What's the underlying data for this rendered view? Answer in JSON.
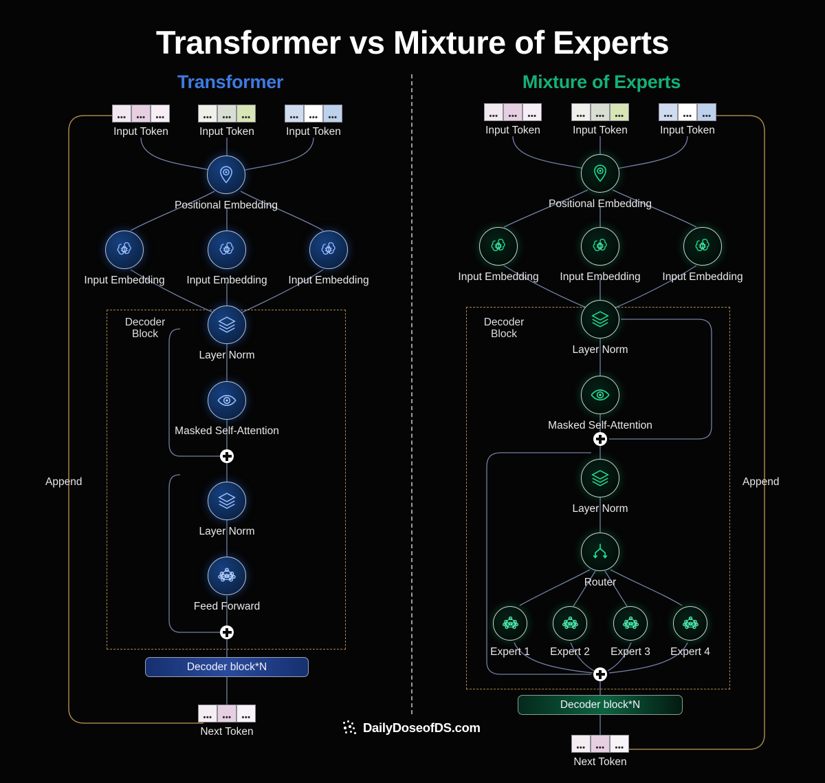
{
  "page": {
    "title": "Transformer vs Mixture of Experts",
    "background": "#050505"
  },
  "colors": {
    "transformer_accent": "#3d7be0",
    "moe_accent": "#15b077",
    "append_wire": "#b08a4e",
    "decoder_frame": "#b08a4e",
    "node_label": "#e9e9ec"
  },
  "columns": {
    "left": {
      "title": "Transformer",
      "accent": "#3d7be0",
      "input_tokens": [
        {
          "label": "Input Token",
          "cells": [
            "#f2e9f0",
            "#e7cfe2",
            "#f6eef5"
          ],
          "dots": "•••"
        },
        {
          "label": "Input Token",
          "cells": [
            "#f0f0ea",
            "#d9ded2",
            "#d7e6b4",
            "#ffffff"
          ],
          "dots": "•••"
        },
        {
          "label": "Input Token",
          "cells": [
            "#cfdcf0",
            "#ffffff",
            "#bdd1ec"
          ],
          "dots": "•••"
        }
      ],
      "positional_embedding": {
        "label": "Positional Embedding",
        "icon": "location-pin-icon"
      },
      "input_embeddings": [
        {
          "label": "Input Embedding",
          "icon": "brain-chip-icon"
        },
        {
          "label": "Input Embedding",
          "icon": "brain-chip-icon"
        },
        {
          "label": "Input Embedding",
          "icon": "brain-chip-icon"
        }
      ],
      "decoder_frame_label": "Decoder\nBlock",
      "blocks": [
        {
          "label": "Layer Norm",
          "icon": "layers-icon"
        },
        {
          "label": "Masked Self-Attention",
          "icon": "eye-icon"
        },
        {
          "label": "Layer Norm",
          "icon": "layers-icon"
        },
        {
          "label": "Feed Forward",
          "icon": "network-icon"
        }
      ],
      "add_nodes": [
        "add-icon",
        "add-icon"
      ],
      "decoder_pill": "Decoder block*N",
      "append_label": "Append",
      "next_token": {
        "label": "Next Token",
        "cells": [
          "#f4eef3",
          "#e7cfe2",
          "#f7f3f6"
        ],
        "dots": "•••"
      }
    },
    "right": {
      "title": "Mixture of Experts",
      "accent": "#15b077",
      "input_tokens": [
        {
          "label": "Input Token",
          "cells": [
            "#f2e9f0",
            "#e7cfe2",
            "#f6eef5"
          ],
          "dots": "•••"
        },
        {
          "label": "Input Token",
          "cells": [
            "#f0f0ea",
            "#d9ded2",
            "#d7e6b4"
          ],
          "dots": "•••"
        },
        {
          "label": "Input Token",
          "cells": [
            "#cfdcf0",
            "#ffffff",
            "#bdd1ec"
          ],
          "dots": "•••"
        }
      ],
      "positional_embedding": {
        "label": "Positional Embedding",
        "icon": "location-pin-icon"
      },
      "input_embeddings": [
        {
          "label": "Input Embedding",
          "icon": "brain-chip-icon"
        },
        {
          "label": "Input Embedding",
          "icon": "brain-chip-icon"
        },
        {
          "label": "Input Embedding",
          "icon": "brain-chip-icon"
        }
      ],
      "decoder_frame_label": "Decoder\nBlock",
      "blocks": [
        {
          "label": "Layer Norm",
          "icon": "layers-icon"
        },
        {
          "label": "Masked Self-Attention",
          "icon": "eye-icon"
        },
        {
          "label": "Layer Norm",
          "icon": "layers-icon"
        },
        {
          "label": "Router",
          "icon": "router-branch-icon"
        }
      ],
      "experts": [
        {
          "label": "Expert 1",
          "icon": "network-icon"
        },
        {
          "label": "Expert 2",
          "icon": "network-icon"
        },
        {
          "label": "Expert 3",
          "icon": "network-icon"
        },
        {
          "label": "Expert 4",
          "icon": "network-icon"
        }
      ],
      "add_nodes": [
        "add-icon",
        "add-icon"
      ],
      "decoder_pill": "Decoder block*N",
      "append_label": "Append",
      "next_token": {
        "label": "Next Token",
        "cells": [
          "#f4eef3",
          "#e7cfe2",
          "#f7f3f6"
        ],
        "dots": "•••"
      }
    }
  },
  "footer": {
    "brand": "DailyDoseofDS.com",
    "logo_icon": "dots-logo-icon"
  }
}
